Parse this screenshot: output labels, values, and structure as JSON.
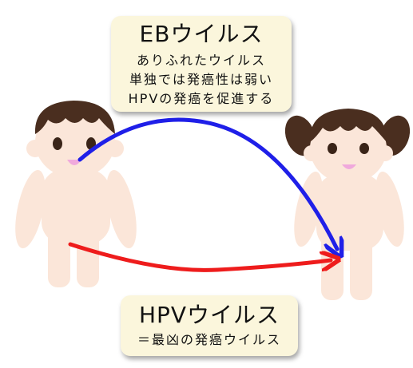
{
  "eb_box": {
    "title": "EBウイルス",
    "lines": [
      "ありふれたウイルス",
      "単独では発癌性は弱い",
      "HPVの発癌を促進する"
    ]
  },
  "hpv_box": {
    "title": "HPVウイルス",
    "subtitle": "＝最凶の発癌ウイルス"
  },
  "colors": {
    "box_fill": "#fbf6dc",
    "skin": "#fbe6d9",
    "hair": "#4a2e1f",
    "cheek": "#f5c6d2",
    "mouth": "#f0a9dc",
    "blue_arrow": "#1f1fe8",
    "red_arrow": "#ee1c1c"
  },
  "icons": [
    "boy-figure",
    "girl-figure",
    "blue-arrow",
    "red-arrow"
  ]
}
